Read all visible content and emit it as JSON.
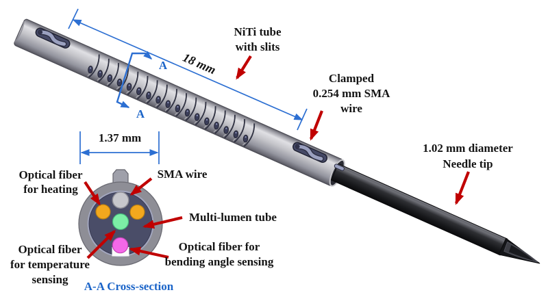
{
  "figure": {
    "main_view": {
      "niti_label": {
        "line1": "NiTi tube",
        "line2": "with slits"
      },
      "length_dimension": "18 mm",
      "clamp_label": {
        "line1": "Clamped",
        "line2": "0.254 mm SMA",
        "line3": "wire"
      },
      "needle_label": {
        "line1": "1.02 mm diameter",
        "line2": "Needle tip"
      },
      "section_marker": "A"
    },
    "cross_section": {
      "diameter_dimension": "1.37 mm",
      "title": "A-A Cross-section",
      "heating_label": {
        "line1": "Optical fiber",
        "line2": "for heating"
      },
      "sma_label": "SMA wire",
      "multi_lumen_label": "Multi-lumen tube",
      "temperature_label": {
        "line1": "Optical fiber",
        "line2": "for temperature",
        "line3": "sensing"
      },
      "bending_label": {
        "line1": "Optical fiber for",
        "line2": "bending angle sensing"
      }
    },
    "colors": {
      "annotation_arrow_red": "#C00000",
      "dimension_blue": "#2C6FD2",
      "section_text_blue": "#1B64C8",
      "fiber_heating_orange": "#F3A81E",
      "fiber_temperature_green": "#7CEFA6",
      "fiber_bending_pink": "#F468E8",
      "sma_wire_gray": "#C7C7CC",
      "multi_lumen_navy": "#4A4D68",
      "tube_gray": "#BFBFC5",
      "needle_dark": "#1B1C1F"
    }
  }
}
